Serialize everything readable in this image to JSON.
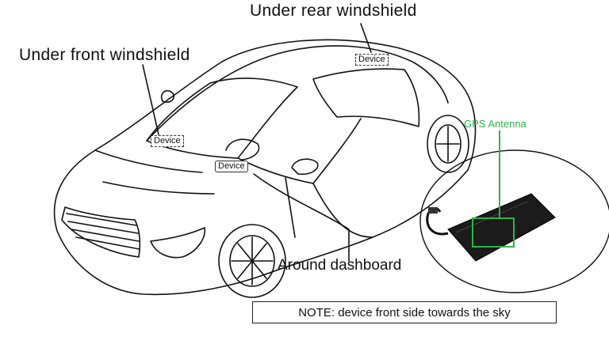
{
  "labels": {
    "rear_windshield": "Under rear windshield",
    "front_windshield": "Under front windshield",
    "dashboard": "Around dashboard",
    "gps_antenna": "GPS Antenna"
  },
  "device_tags": {
    "rear": "Device",
    "front": "Device",
    "dashboard": "Device"
  },
  "note": "NOTE: device front side towards the sky",
  "colors": {
    "line": "#111111",
    "gps_accent": "#2fb24a",
    "device_body": "#1b1b1b"
  }
}
